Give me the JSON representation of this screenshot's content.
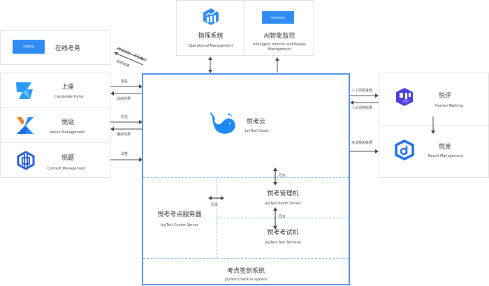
{
  "online_exam": {
    "button_label": "在线考务",
    "title": "在线考务"
  },
  "online_flow": {
    "to_center": "考试安排、考生信息",
    "from_center": "成绩结果"
  },
  "top_systems": [
    {
      "title": "指挥系统",
      "subtitle": "Operational Management",
      "icon": "chart-growth-icon"
    },
    {
      "title": "AI智能监控",
      "subtitle": "Intelligent monitor and  Replay Management",
      "button_label": "AI Monitor"
    }
  ],
  "left_systems": [
    {
      "title": "上座",
      "subtitle": "Candidate Portal",
      "icon": "z-logo-icon",
      "out_label": "报名",
      "in_label": "成绩结果"
    },
    {
      "title": "悦站",
      "subtitle": "Venue Management",
      "icon": "x-logo-icon",
      "out_label": "机位",
      "in_label": "编排结果"
    },
    {
      "title": "悦题",
      "subtitle": "Content Management",
      "icon": "hex-chip-icon",
      "out_label": "试卷"
    }
  ],
  "right_systems": [
    {
      "title": "悦评",
      "subtitle": "Human Marking",
      "icon": "cube-logo-icon",
      "in_label": "人工阅卷答卷",
      "out_label": "人工阅卷结果"
    },
    {
      "title": "悦库",
      "subtitle": "Result Management",
      "icon": "hex-d-icon",
      "in_label": "考试相关数据"
    }
  ],
  "cloud": {
    "title": "悦考云",
    "subtitle": "JoyTest Cloud",
    "icon": "whale-icon"
  },
  "center_server": {
    "title": "悦考考点服务器",
    "subtitle": "JoyTest Center Server"
  },
  "room_server": {
    "title": "悦考管理机",
    "subtitle": "JoyTest Room Server"
  },
  "test_terminal": {
    "title": "悦考考试机",
    "subtitle": "JoyTest Test Terminal"
  },
  "checkin": {
    "title": "考点签到系统",
    "subtitle": "JoyTest Check-in system"
  },
  "sync_label": "同步",
  "colors": {
    "accent_blue": "#1e88f5",
    "frame_blue": "#4a8fe8",
    "dashed_blue": "#8cc0f0",
    "arrow": "#444444",
    "orange": "#f07a1e",
    "purple": "#4a3fd8"
  }
}
